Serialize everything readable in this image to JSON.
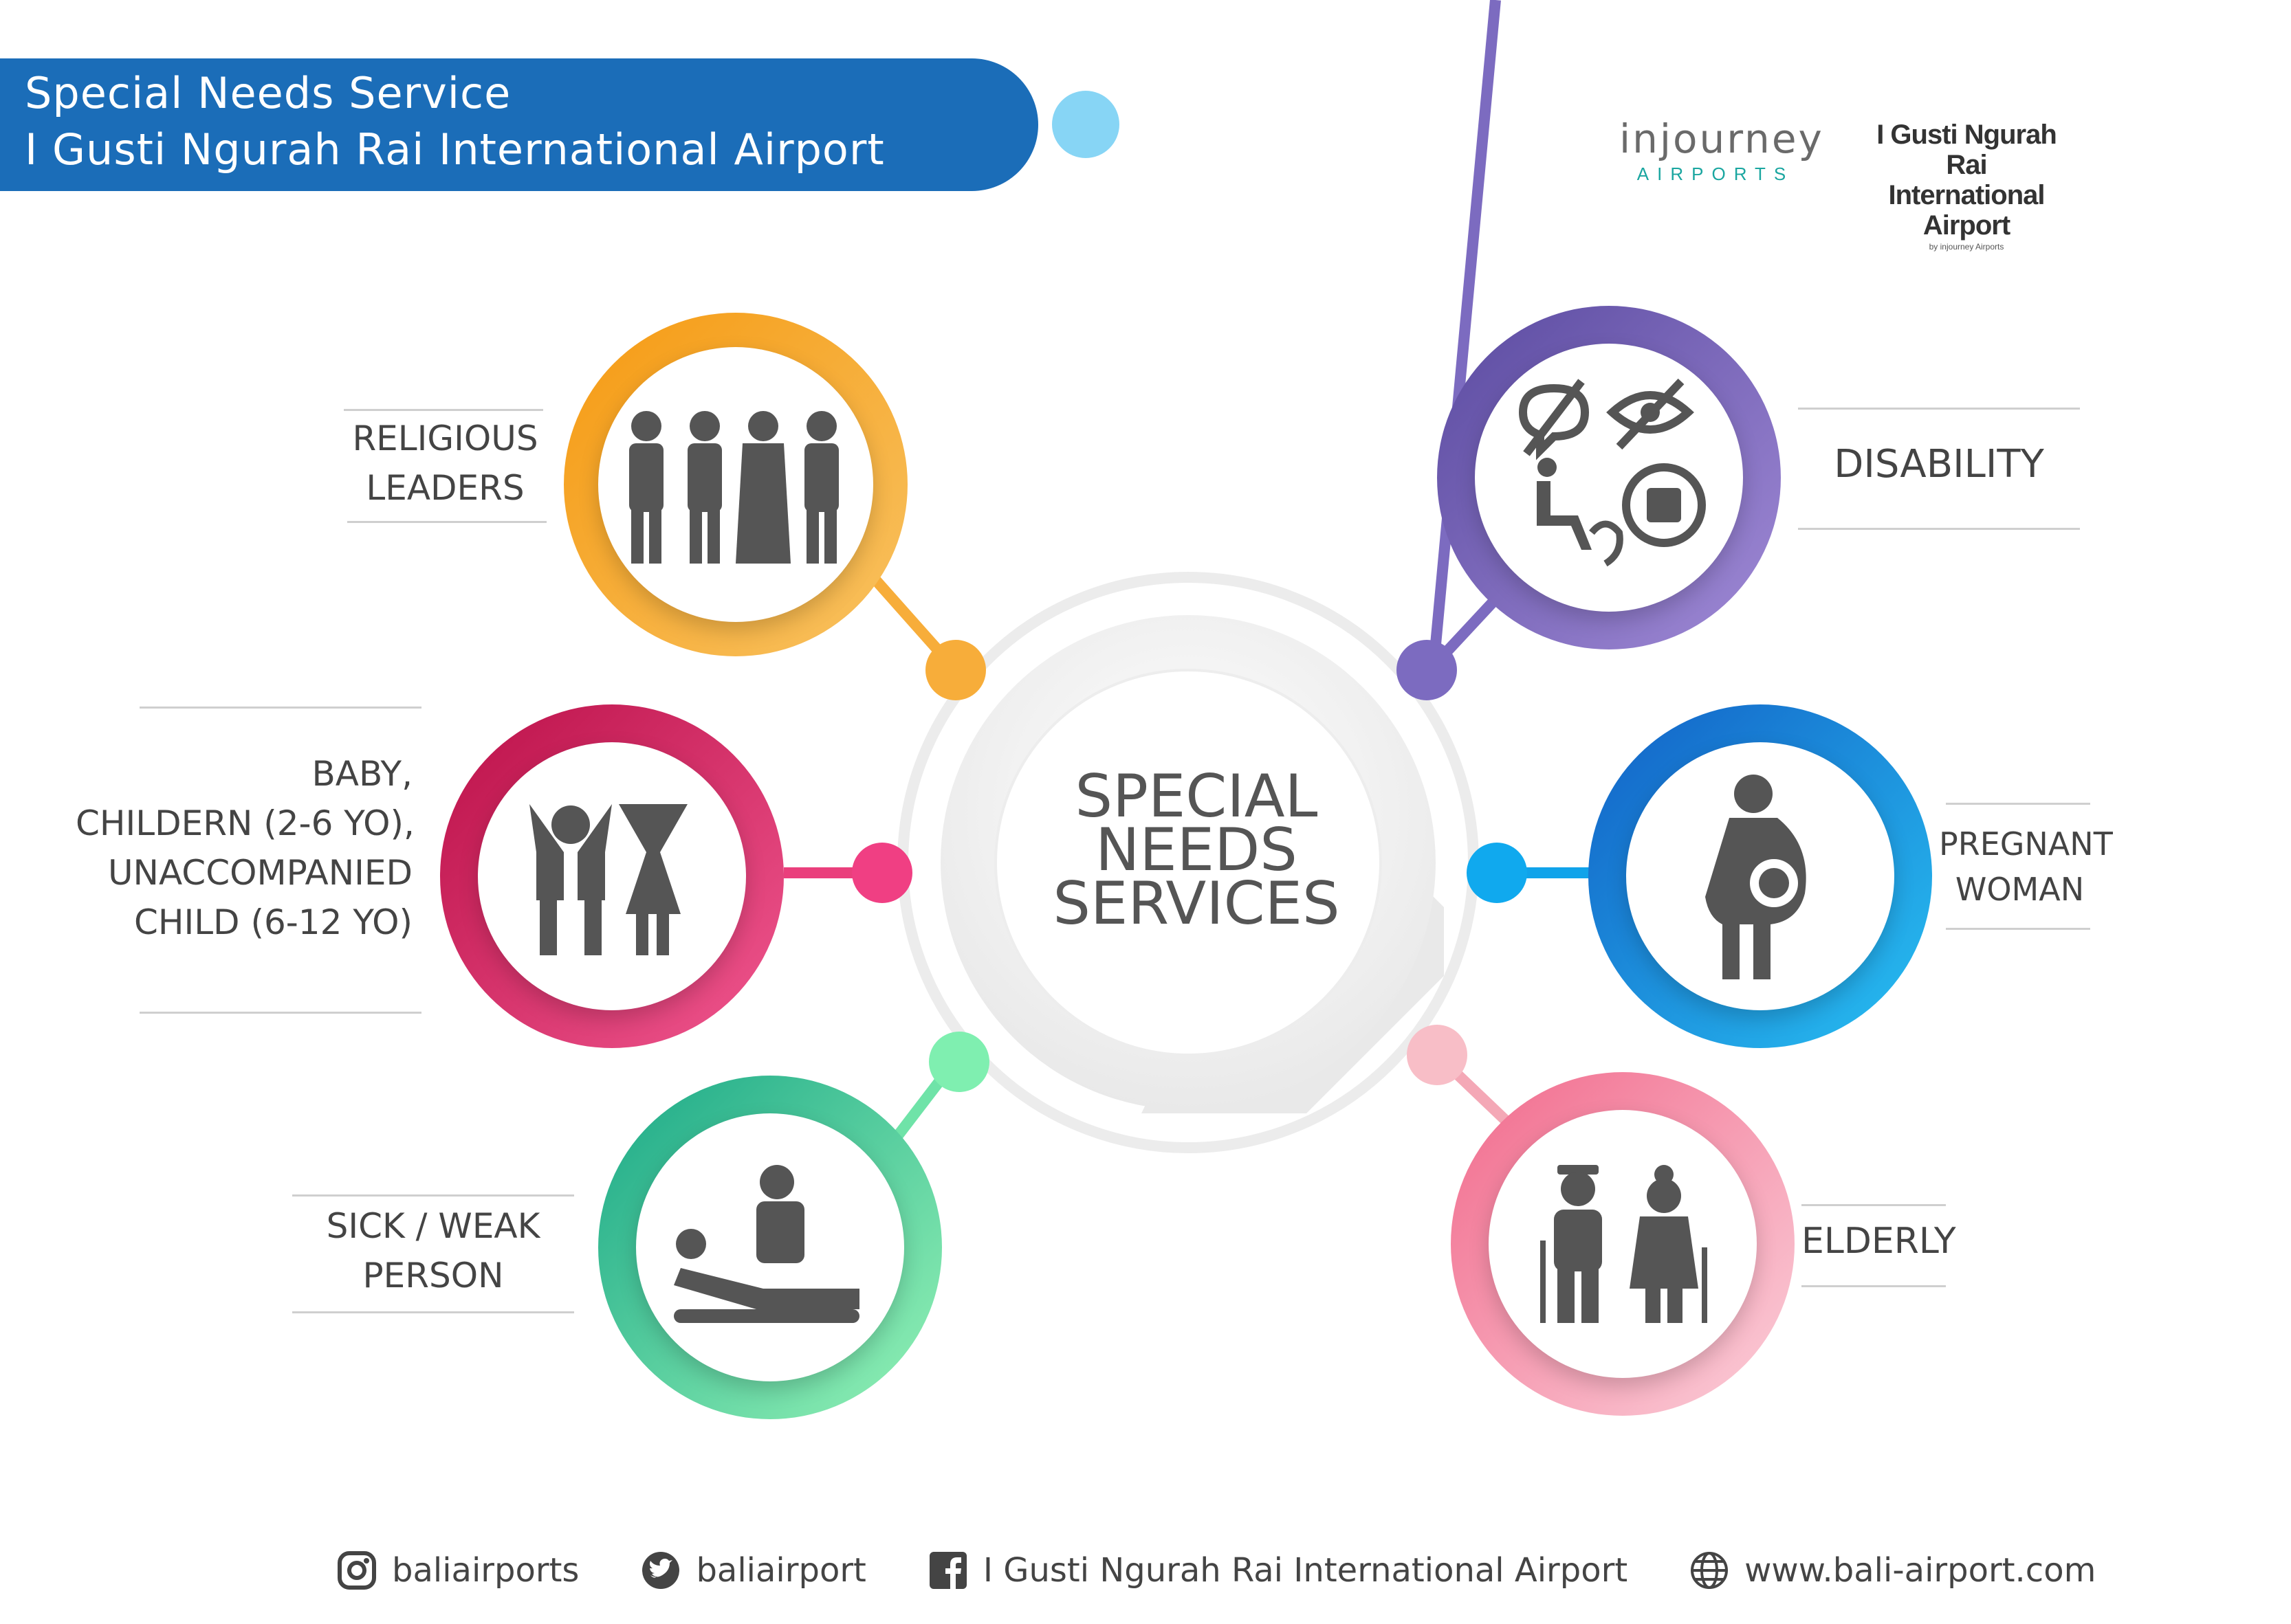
{
  "header": {
    "title_line1": "Special Needs Service",
    "title_line2": "I Gusti Ngurah Rai International Airport"
  },
  "logos": {
    "injourney_word": "injourney",
    "injourney_sub": "AIRPORTS",
    "ngurah_line1": "I Gusti Ngurah Rai",
    "ngurah_line2": "International Airport",
    "ngurah_sub": "by injourney Airports"
  },
  "center": {
    "line1": "SPECIAL",
    "line2": "NEEDS",
    "line3": "SERVICES"
  },
  "categories": {
    "religious": {
      "line1": "RELIGIOUS",
      "line2": "LEADERS",
      "color_start": "#f7a21a",
      "color_end": "#f6c15a",
      "icon": "religious-leaders-icon"
    },
    "baby": {
      "line1": "BABY,",
      "line2": "CHILDERN (2-6 YO),",
      "line3": "UNACCOMPANIED",
      "line4": "CHILD (6-12 YO)",
      "color_start": "#c2154a",
      "color_end": "#f04d8b",
      "icon": "children-icon"
    },
    "sick": {
      "line1": "SICK / WEAK",
      "line2": "PERSON",
      "color_start": "#22b38a",
      "color_end": "#8ef0b1",
      "icon": "nurse-patient-icon"
    },
    "disability": {
      "line1": "DISABILITY",
      "color_start": "#5f4ea3",
      "color_end": "#9b87d1",
      "icon": "disability-icon"
    },
    "pregnant": {
      "line1": "PREGNANT",
      "line2": "WOMAN",
      "color_start": "#1466c8",
      "color_end": "#22b9f0",
      "icon": "pregnant-woman-icon"
    },
    "elderly": {
      "line1": "ELDERLY",
      "color_start": "#f06b8c",
      "color_end": "#f8c3cf",
      "icon": "elderly-couple-icon"
    }
  },
  "footer": {
    "instagram": "baliairports",
    "twitter": "baliairport",
    "facebook": "I Gusti Ngurah Rai International Airport",
    "website": "www.bali-airport.com"
  }
}
